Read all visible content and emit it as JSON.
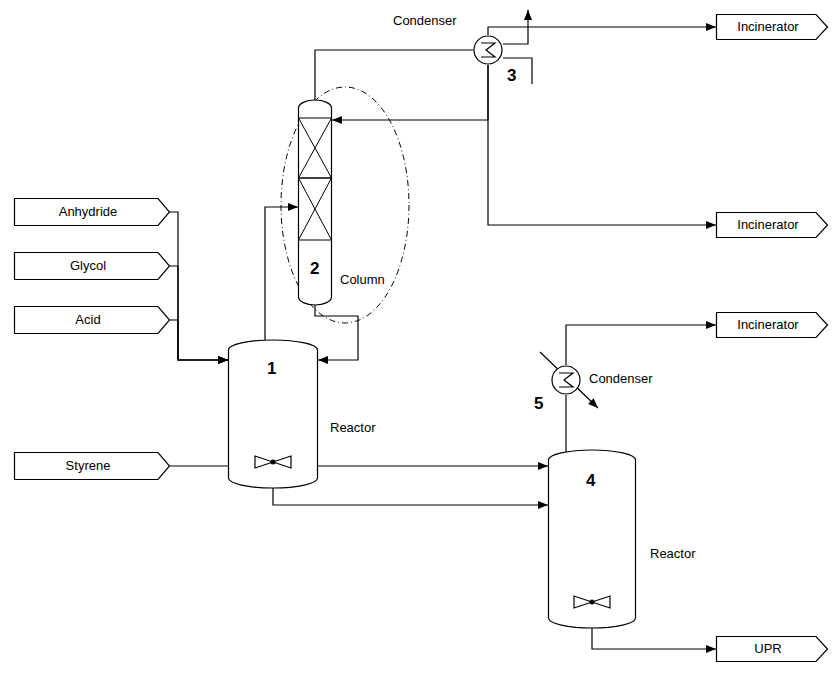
{
  "diagram": {
    "nodes": [
      {
        "text": [
          "Incinerator"
        ]
      },
      {
        "text": [
          "Condenser",
          "3"
        ]
      },
      {
        "text": [
          "2",
          "Column"
        ]
      },
      {
        "text": [
          "Anhydride"
        ]
      },
      {
        "text": [
          "Incinerator"
        ]
      },
      {
        "text": [
          "Glycol"
        ]
      },
      {
        "text": [
          "Acid"
        ]
      },
      {
        "text": [
          "Incinerator"
        ]
      },
      {
        "text": [
          "1",
          "Reactor"
        ]
      },
      {
        "text": [
          "Condenser",
          "5"
        ]
      },
      {
        "text": [
          "Styrene"
        ]
      },
      {
        "text": [
          "4",
          "Reactor"
        ]
      },
      {
        "text": [
          "UPR"
        ]
      }
    ],
    "edges": [
      {
        "from": 3,
        "to": 8,
        "arrow": "to"
      },
      {
        "from": 5,
        "to": 8,
        "arrow": "to"
      },
      {
        "from": 6,
        "to": 8,
        "arrow": "to"
      },
      {
        "from": 8,
        "to": 2,
        "arrow": "to"
      },
      {
        "from": 2,
        "to": 1,
        "arrow": "none"
      },
      {
        "from": 1,
        "to": 2,
        "arrow": "to"
      },
      {
        "from": 1,
        "to": 0,
        "arrow": "to"
      },
      {
        "from": 1,
        "to": 4,
        "arrow": "to"
      },
      {
        "from": 2,
        "to": 8,
        "arrow": "to"
      },
      {
        "from": 8,
        "to": 11,
        "arrow": "to"
      },
      {
        "from": 10,
        "to": 11,
        "arrow": "to"
      },
      {
        "from": 11,
        "to": 9,
        "arrow": "none"
      },
      {
        "from": 9,
        "to": 7,
        "arrow": "to"
      },
      {
        "from": 11,
        "to": 12,
        "arrow": "to"
      }
    ]
  }
}
